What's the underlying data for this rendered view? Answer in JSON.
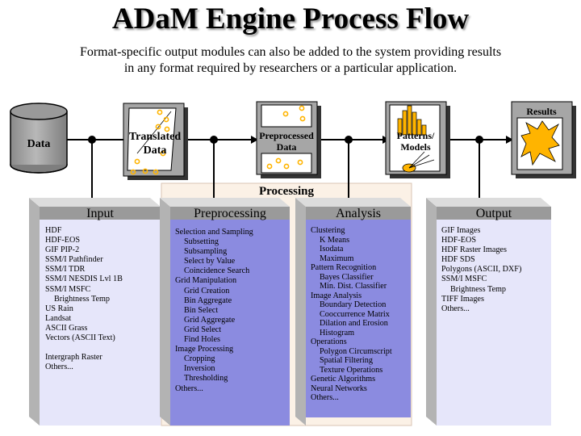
{
  "title": "ADaM Engine Process Flow",
  "subtitle_lines": [
    "Format-specific output modules can also be added to the system providing results",
    "in any format required by researchers or a particular application."
  ],
  "nodes": {
    "data": "Data",
    "translated": [
      "Translated",
      "Data"
    ],
    "preprocessed": [
      "Preprocessed",
      "Data"
    ],
    "patterns": [
      "Patterns/",
      "Models"
    ],
    "results": "Results"
  },
  "processing_label": "Processing",
  "panels": {
    "input": {
      "title": "Input",
      "items": [
        {
          "t": "HDF",
          "i": 0
        },
        {
          "t": "HDF-EOS",
          "i": 0
        },
        {
          "t": "GIF PIP-2",
          "i": 0
        },
        {
          "t": "SSM/I Pathfinder",
          "i": 0
        },
        {
          "t": "SSM/I TDR",
          "i": 0
        },
        {
          "t": "SSM/I NESDIS Lvl 1B",
          "i": 0
        },
        {
          "t": "SSM/I MSFC",
          "i": 0
        },
        {
          "t": "Brightness Temp",
          "i": 1
        },
        {
          "t": "US Rain",
          "i": 0
        },
        {
          "t": "Landsat",
          "i": 0
        },
        {
          "t": "ASCII Grass",
          "i": 0
        },
        {
          "t": "Vectors (ASCII Text)",
          "i": 0
        },
        {
          "t": "",
          "i": 0
        },
        {
          "t": "Intergraph Raster",
          "i": 0
        },
        {
          "t": "Others...",
          "i": 0
        }
      ]
    },
    "preprocessing": {
      "title": "Preprocessing",
      "items": [
        {
          "t": "Selection and Sampling",
          "i": 0
        },
        {
          "t": "Subsetting",
          "i": 1
        },
        {
          "t": "Subsampling",
          "i": 1
        },
        {
          "t": "Select by Value",
          "i": 1
        },
        {
          "t": "Coincidence Search",
          "i": 1
        },
        {
          "t": "Grid Manipulation",
          "i": 0
        },
        {
          "t": "Grid Creation",
          "i": 1
        },
        {
          "t": "Bin Aggregate",
          "i": 1
        },
        {
          "t": "Bin Select",
          "i": 1
        },
        {
          "t": "Grid Aggregate",
          "i": 1
        },
        {
          "t": "Grid Select",
          "i": 1
        },
        {
          "t": "Find Holes",
          "i": 1
        },
        {
          "t": "Image Processing",
          "i": 0
        },
        {
          "t": "Cropping",
          "i": 1
        },
        {
          "t": "Inversion",
          "i": 1
        },
        {
          "t": "Thresholding",
          "i": 1
        },
        {
          "t": "Others...",
          "i": 0
        }
      ]
    },
    "analysis": {
      "title": "Analysis",
      "items": [
        {
          "t": "Clustering",
          "i": 0
        },
        {
          "t": "K Means",
          "i": 1
        },
        {
          "t": "Isodata",
          "i": 1
        },
        {
          "t": "Maximum",
          "i": 1
        },
        {
          "t": "Pattern Recognition",
          "i": 0
        },
        {
          "t": "Bayes Classifier",
          "i": 1
        },
        {
          "t": "Min. Dist. Classifier",
          "i": 1
        },
        {
          "t": "Image Analysis",
          "i": 0
        },
        {
          "t": "Boundary Detection",
          "i": 1
        },
        {
          "t": "Cooccurrence Matrix",
          "i": 1
        },
        {
          "t": "Dilation and Erosion",
          "i": 1
        },
        {
          "t": "Histogram",
          "i": 1
        },
        {
          "t": "Operations",
          "i": 0
        },
        {
          "t": "Polygon Circumscript",
          "i": 1
        },
        {
          "t": "Spatial Filtering",
          "i": 1
        },
        {
          "t": "Texture Operations",
          "i": 1
        },
        {
          "t": "Genetic Algorithms",
          "i": 0
        },
        {
          "t": "Neural Networks",
          "i": 0
        },
        {
          "t": "Others...",
          "i": 0
        }
      ]
    },
    "output": {
      "title": "Output",
      "items": [
        {
          "t": "GIF Images",
          "i": 0
        },
        {
          "t": "HDF-EOS",
          "i": 0
        },
        {
          "t": "HDF Raster Images",
          "i": 0
        },
        {
          "t": "HDF SDS",
          "i": 0
        },
        {
          "t": "Polygons (ASCII, DXF)",
          "i": 0
        },
        {
          "t": "SSM/I MSFC",
          "i": 0
        },
        {
          "t": "Brightness Temp",
          "i": 1
        },
        {
          "t": "TIFF Images",
          "i": 0
        },
        {
          "t": "Others...",
          "i": 0
        }
      ]
    }
  },
  "colors": {
    "panel_title_gray": "#9a9a9a",
    "panel_side_gray": "#b3b3b3",
    "light_lavender": "#e6e6fa",
    "mid_violet": "#8b8be0",
    "processing_box": "#fbf1e6",
    "flow_black": "#000000",
    "node_gray": "#a6a6a6",
    "marker_orange": "#ffb400"
  }
}
